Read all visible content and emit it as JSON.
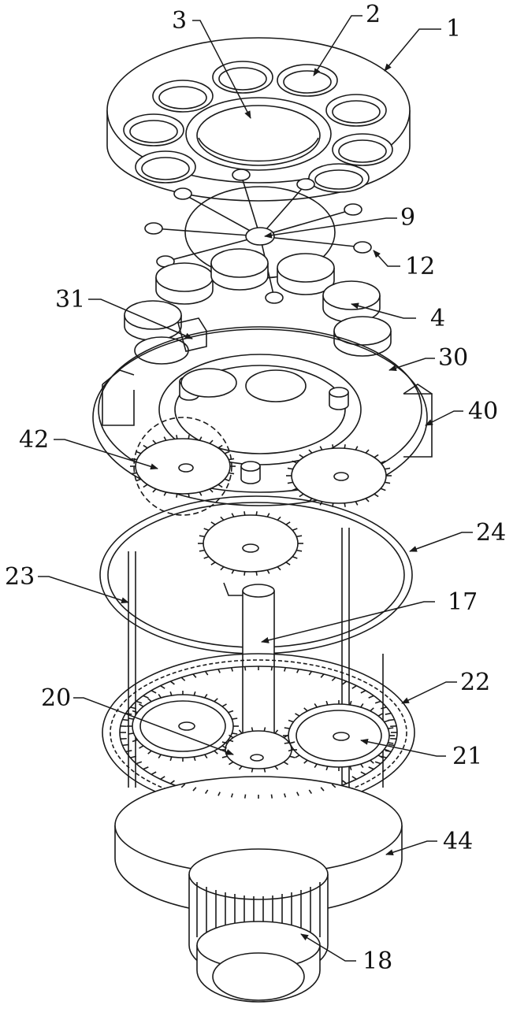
{
  "figure": {
    "labels": {
      "l1": "1",
      "l2": "2",
      "l3": "3",
      "l9": "9",
      "l12": "12",
      "l31": "31",
      "l4": "4",
      "l30": "30",
      "l40": "40",
      "l42": "42",
      "l24": "24",
      "l23": "23",
      "l17": "17",
      "l22": "22",
      "l20": "20",
      "l21": "21",
      "l44": "44",
      "l18": "18"
    }
  }
}
